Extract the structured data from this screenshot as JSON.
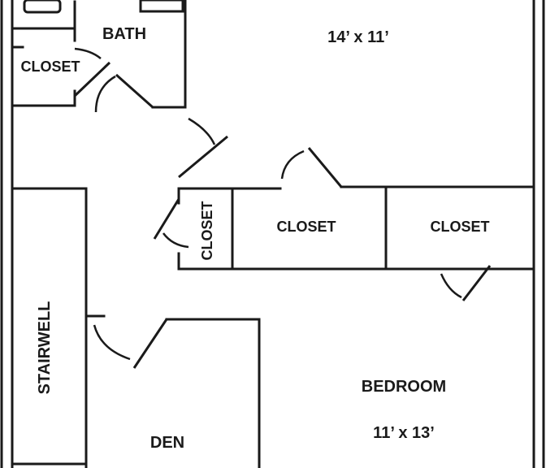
{
  "rooms": {
    "bath": "BATH",
    "closet_bath": "CLOSET",
    "upper_room_dims": "14’ x 11’",
    "closet_vertical": "CLOSET",
    "closet_mid": "CLOSET",
    "closet_right": "CLOSET",
    "stairwell": "STAIRWELL",
    "bedroom": "BEDROOM",
    "bedroom_dims": "11’ x 13’",
    "den": "DEN"
  }
}
